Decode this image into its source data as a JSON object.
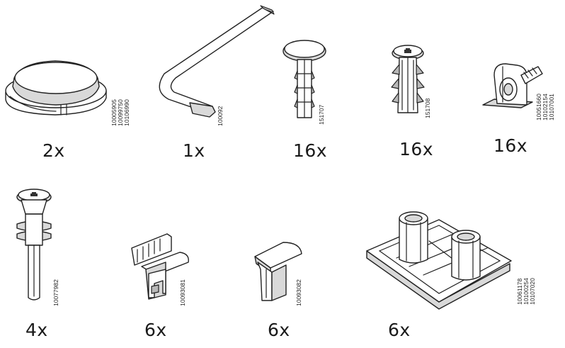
{
  "parts": [
    {
      "quantity": "2x",
      "codes": [
        "10005905",
        "10099750",
        "10106990"
      ],
      "icon": "round-glide-cap"
    },
    {
      "quantity": "1x",
      "codes": [
        "100092"
      ],
      "icon": "allen-key"
    },
    {
      "quantity": "16x",
      "codes": [
        "151707"
      ],
      "icon": "push-pin-dowel"
    },
    {
      "quantity": "16x",
      "codes": [
        "151708"
      ],
      "icon": "expansion-plug"
    },
    {
      "quantity": "16x",
      "codes": [
        "10051660",
        "10102154",
        "10107001"
      ],
      "icon": "cam-lock-fitting"
    },
    {
      "quantity": "4x",
      "codes": [
        "10077982"
      ],
      "icon": "cam-bolt"
    },
    {
      "quantity": "6x",
      "codes": [
        "10093081"
      ],
      "icon": "shelf-clip"
    },
    {
      "quantity": "6x",
      "codes": [
        "10093082"
      ],
      "icon": "shelf-support-cap"
    },
    {
      "quantity": "6x",
      "codes": [
        "10061178",
        "10100254",
        "10107020"
      ],
      "icon": "double-foot-bracket"
    }
  ]
}
